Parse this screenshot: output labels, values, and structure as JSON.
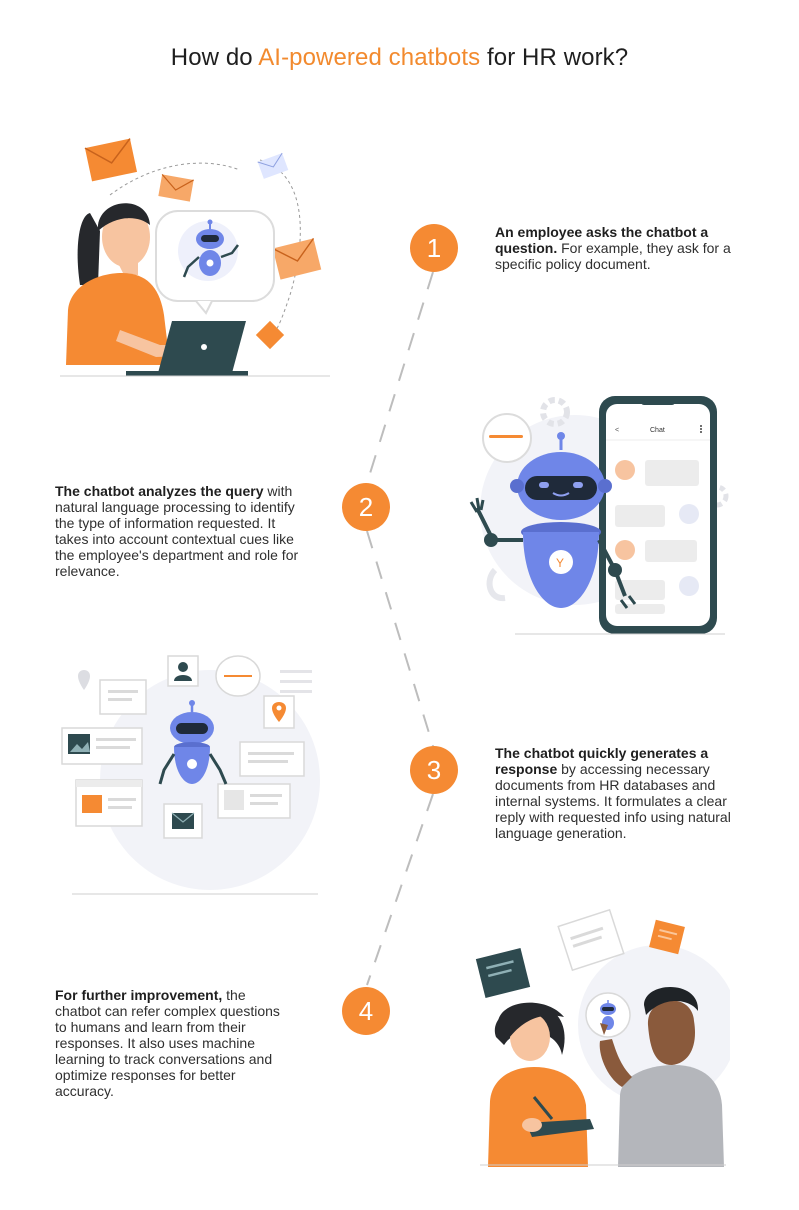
{
  "title": {
    "prefix": "How do ",
    "highlight": "AI-powered chatbots",
    "suffix": " for HR work?"
  },
  "colors": {
    "accent": "#f58a33",
    "robot": "#6f86e8",
    "dark_teal": "#2e4a4f",
    "text": "#2f2f2f"
  },
  "steps": [
    {
      "number": "1",
      "bold": "An employee asks the chatbot a question.",
      "rest": " For example, they ask for a specific policy document."
    },
    {
      "number": "2",
      "bold": "The chatbot analyzes the query",
      "rest": " with natural language processing to identify the type of information requested. It takes into account contextual cues like the employee's department and role for relevance."
    },
    {
      "number": "3",
      "bold": "The chatbot quickly generates a response",
      "rest": " by accessing necessary documents from HR databases and internal systems. It formulates a clear reply with requested info using natural language generation."
    },
    {
      "number": "4",
      "bold": "For further improvement,",
      "rest": " the chatbot can refer complex questions to humans and learn from their responses. It also uses machine learning to track conversations and optimize responses for better accuracy."
    }
  ],
  "phone": {
    "header": "Chat",
    "back": "<"
  },
  "icons": [
    "envelope-icon",
    "robot-icon",
    "laptop-icon",
    "phone-icon",
    "gear-icon",
    "location-pin-icon",
    "user-icon",
    "image-icon",
    "note-icon"
  ]
}
